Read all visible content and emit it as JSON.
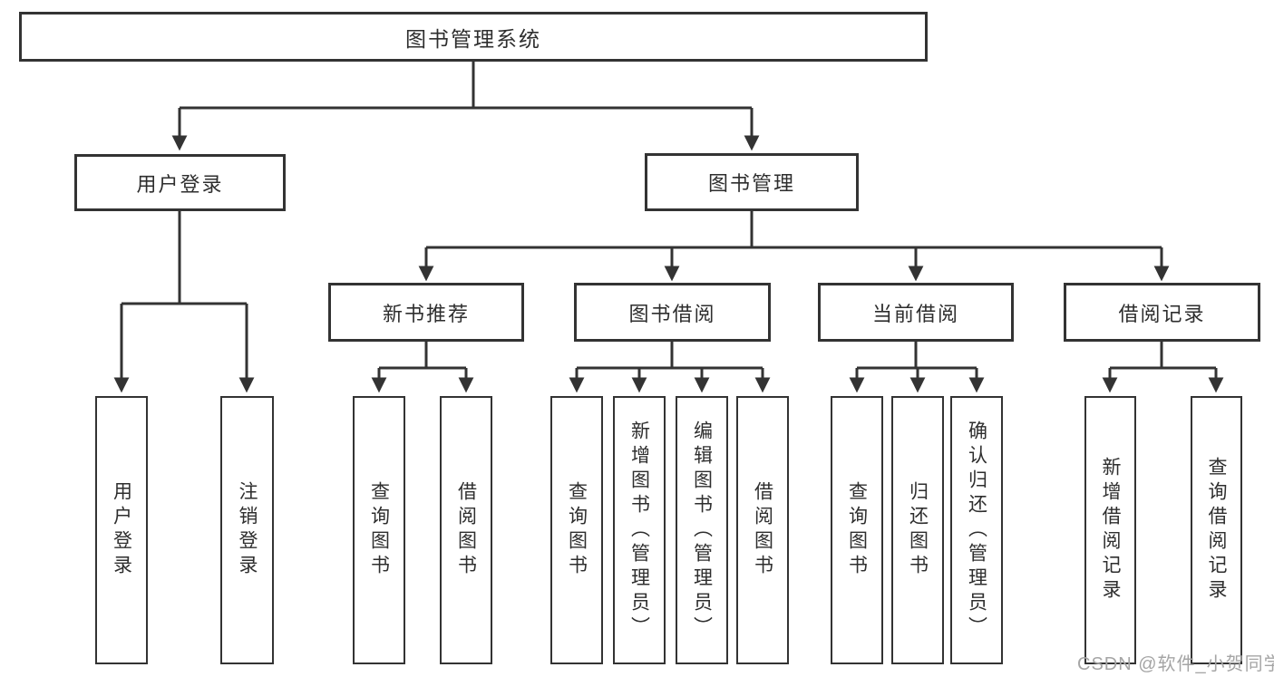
{
  "colors": {
    "line": "#333333",
    "box_border": "#333333",
    "text": "#2e2e2e",
    "watermark": "#a5a5a5",
    "background": "#ffffff"
  },
  "watermark": {
    "text": "CSDN @软件_小贺同学"
  },
  "tree": {
    "root": {
      "label": "图书管理系统"
    },
    "children": [
      {
        "label": "用户登录",
        "children": [
          {
            "label": "用户登录"
          },
          {
            "label": "注销登录"
          }
        ]
      },
      {
        "label": "图书管理",
        "children": [
          {
            "label": "新书推荐",
            "children": [
              {
                "label": "查询图书"
              },
              {
                "label": "借阅图书"
              }
            ]
          },
          {
            "label": "图书借阅",
            "children": [
              {
                "label": "查询图书"
              },
              {
                "label": "新增图书（管理员）"
              },
              {
                "label": "编辑图书（管理员）"
              },
              {
                "label": "借阅图书"
              }
            ]
          },
          {
            "label": "当前借阅",
            "children": [
              {
                "label": "查询图书"
              },
              {
                "label": "归还图书"
              },
              {
                "label": "确认归还（管理员）"
              }
            ]
          },
          {
            "label": "借阅记录",
            "children": [
              {
                "label": "新增借阅记录"
              },
              {
                "label": "查询借阅记录"
              }
            ]
          }
        ]
      }
    ]
  }
}
